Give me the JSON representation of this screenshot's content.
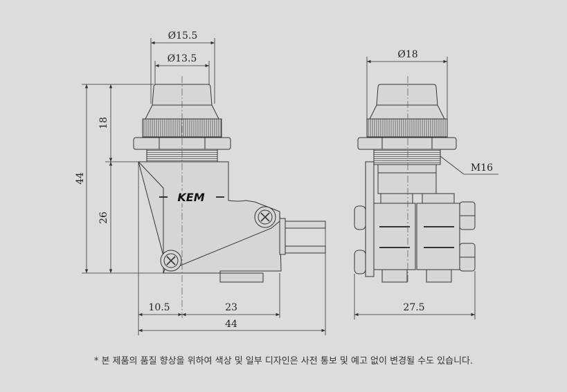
{
  "front_view": {
    "dim_dia_outer": "Ø15.5",
    "dim_dia_inner": "Ø13.5",
    "dim_height_total": "44",
    "dim_height_top": "18",
    "dim_height_bottom": "26",
    "dim_width_left": "10.5",
    "dim_width_right": "23",
    "dim_width_total": "44",
    "logo": "KEM"
  },
  "side_view": {
    "dim_dia": "Ø18",
    "dim_thread": "M16",
    "dim_width": "27.5"
  },
  "footnote": "* 본 제품의 품질 향상을 위하여 색상 및 일부 디자인은 사전 통보 및 예고 없이 변경될 수도 있습니다."
}
